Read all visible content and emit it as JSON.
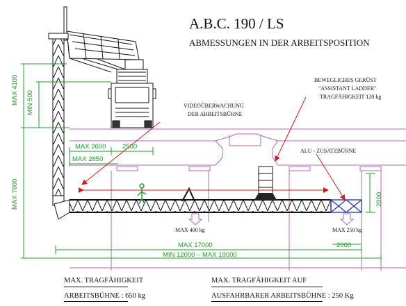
{
  "title": "A.B.C. 190 / LS",
  "subtitle": "ABMESSUNGEN IN DER ARBEITSPOSITION",
  "callouts": {
    "gerust_l1": "BEWEGLICHES GERÜST",
    "gerust_l2": "\"ASSISTANT LADDER\"",
    "gerust_l3": "TRAGFÄHIGKEIT 120 kg",
    "video_l1": "VIDEOÜBERWACHUNG",
    "video_l2": "DER ARBEITSBÜHNE",
    "alu": "ALU - ZUSATZBÜHNE",
    "max400": "MAX 400 kg",
    "max250": "MAX 250 kg"
  },
  "dimensions": {
    "max4100": "MAX 4100",
    "min500": "MIN 500",
    "max7800": "MAX 7800",
    "max2600": "MAX 2600",
    "d2500": "2500",
    "max2850": "MAX 2850",
    "d2000v": "2000",
    "max17000": "MAX 17000",
    "d2000h": "2000",
    "min12000": "MIN 12000 –  MAX 19000"
  },
  "footer": {
    "left_l1": "MAX. TRAGFÄHIGKEIT",
    "left_l2": "ARBEITSBÜHNE : 650 kg",
    "right_l1": "MAX. TRAGFÄHIGKEIT AUF",
    "right_l2": "AUSFAHRBARER ARBEITSBÜHNE : 250 Kg"
  },
  "colors": {
    "dimension": "#1f9a2e",
    "bridge_outline": "#b06ab0",
    "arrow": "#d21c1c",
    "extension": "#2a3fb3",
    "structure": "#111111"
  }
}
